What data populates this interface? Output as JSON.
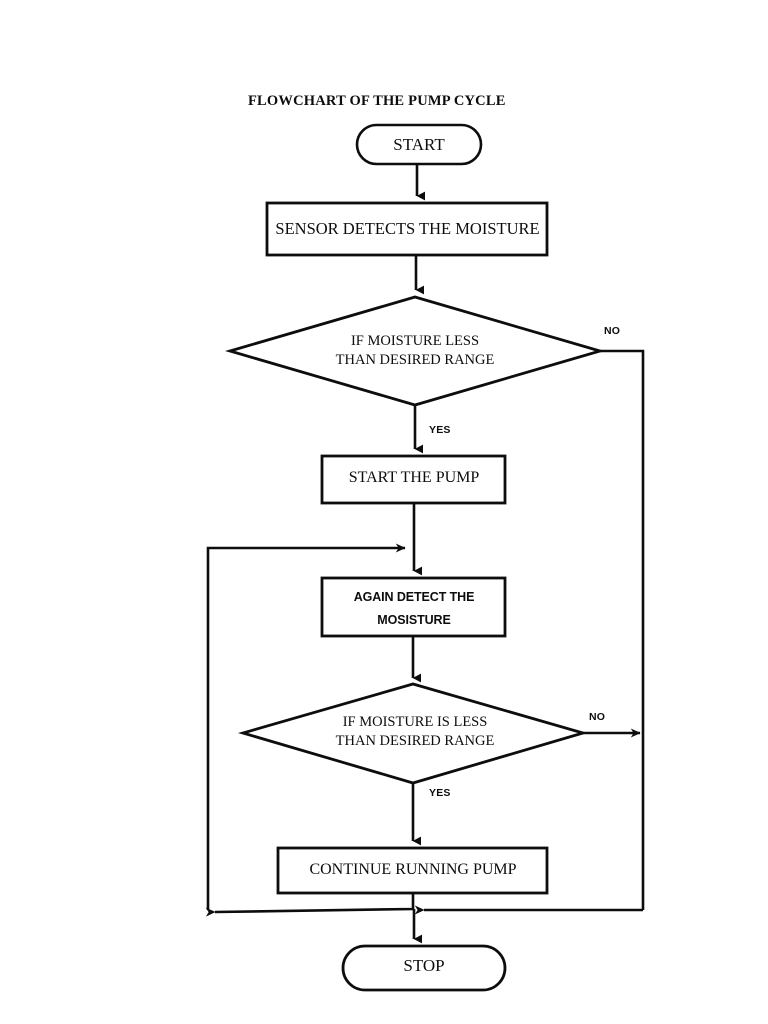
{
  "document": {
    "title": "FLOWCHART OF THE PUMP CYCLE",
    "background_color": "#ffffff",
    "stroke_color": "#0d0d0d",
    "fill_color": "#ffffff"
  },
  "chart_data": {
    "type": "diagram",
    "diagram_type": "flowchart",
    "title": "FLOWCHART OF THE PUMP CYCLE",
    "orientation": "top-to-bottom",
    "nodes": [
      {
        "id": "start",
        "shape": "terminator",
        "text": "START"
      },
      {
        "id": "sensor",
        "shape": "process",
        "text": "SENSOR DETECTS THE MOISTURE"
      },
      {
        "id": "decision1",
        "shape": "decision",
        "text": "IF MOISTURE LESS\nTHAN DESIRED RANGE"
      },
      {
        "id": "startpump",
        "shape": "process",
        "text": "START THE PUMP"
      },
      {
        "id": "again",
        "shape": "process",
        "text": "AGAIN DETECT THE\nMOSISTURE"
      },
      {
        "id": "decision2",
        "shape": "decision",
        "text": "IF MOISTURE IS LESS\nTHAN DESIRED RANGE"
      },
      {
        "id": "continue",
        "shape": "process",
        "text": "CONTINUE RUNNING PUMP"
      },
      {
        "id": "stop",
        "shape": "terminator",
        "text": "STOP"
      }
    ],
    "edges": [
      {
        "from": "start",
        "to": "sensor",
        "label": ""
      },
      {
        "from": "sensor",
        "to": "decision1",
        "label": ""
      },
      {
        "from": "decision1",
        "to": "startpump",
        "label": "YES"
      },
      {
        "from": "decision1",
        "to": "stop",
        "label": "NO"
      },
      {
        "from": "startpump",
        "to": "again",
        "label": ""
      },
      {
        "from": "again",
        "to": "decision2",
        "label": ""
      },
      {
        "from": "decision2",
        "to": "continue",
        "label": "YES"
      },
      {
        "from": "decision2",
        "to": "stop",
        "label": "NO"
      },
      {
        "from": "continue",
        "to": "again",
        "label": ""
      }
    ]
  },
  "nodes": {
    "start": {
      "label": "START"
    },
    "sensor": {
      "label": "SENSOR DETECTS THE MOISTURE"
    },
    "decision1": {
      "label": "IF MOISTURE LESS\nTHAN DESIRED RANGE"
    },
    "startpump": {
      "label": "START THE PUMP"
    },
    "again": {
      "label": "AGAIN DETECT THE\nMOSISTURE"
    },
    "decision2": {
      "label": "IF MOISTURE IS LESS\nTHAN DESIRED RANGE"
    },
    "continue": {
      "label": "CONTINUE RUNNING PUMP"
    },
    "stop": {
      "label": "STOP"
    }
  },
  "edge_labels": {
    "no1": "NO",
    "yes1": "YES",
    "no2": "NO",
    "yes2": "YES"
  }
}
